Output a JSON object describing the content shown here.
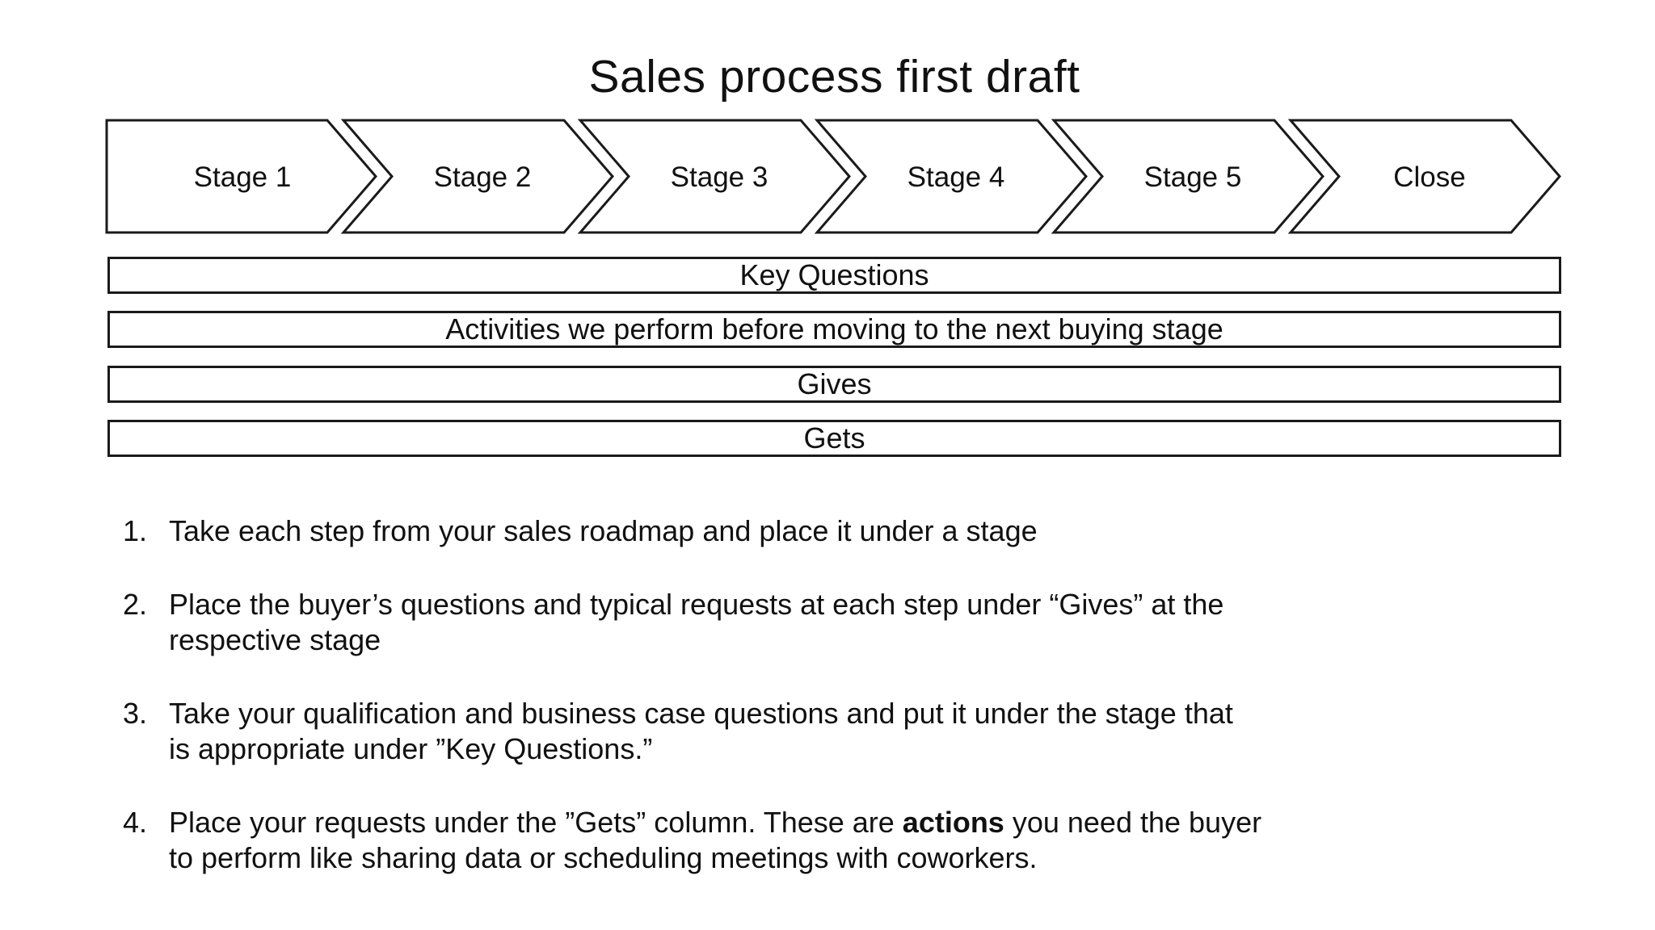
{
  "title": "Sales process first draft",
  "colors": {
    "background": "#ffffff",
    "stroke": "#1a1a1a",
    "text": "#111111"
  },
  "process": {
    "stages": [
      {
        "label": "Stage 1"
      },
      {
        "label": "Stage 2"
      },
      {
        "label": "Stage 3"
      },
      {
        "label": "Stage 4"
      },
      {
        "label": "Stage 5"
      },
      {
        "label": "Close"
      }
    ]
  },
  "rows": [
    {
      "label": "Key Questions"
    },
    {
      "label": "Activities we perform before moving to the next buying stage"
    },
    {
      "label": "Gives"
    },
    {
      "label": "Gets"
    }
  ],
  "instructions": [
    {
      "number": "1.",
      "text": "Take each step from your sales roadmap and place it under a stage"
    },
    {
      "number": "2.",
      "text": "Place the buyer’s questions and typical requests at each step under “Gives” at the\nrespective stage"
    },
    {
      "number": "3.",
      "text": "Take your qualification and business case questions and put it under the stage that\nis appropriate under ”Key Questions.”"
    },
    {
      "number": "4.",
      "text_before": "Place your requests under the ”Gets” column. These are ",
      "bold": "actions",
      "text_after": " you need the buyer\nto perform like sharing data or scheduling meetings with coworkers."
    }
  ]
}
